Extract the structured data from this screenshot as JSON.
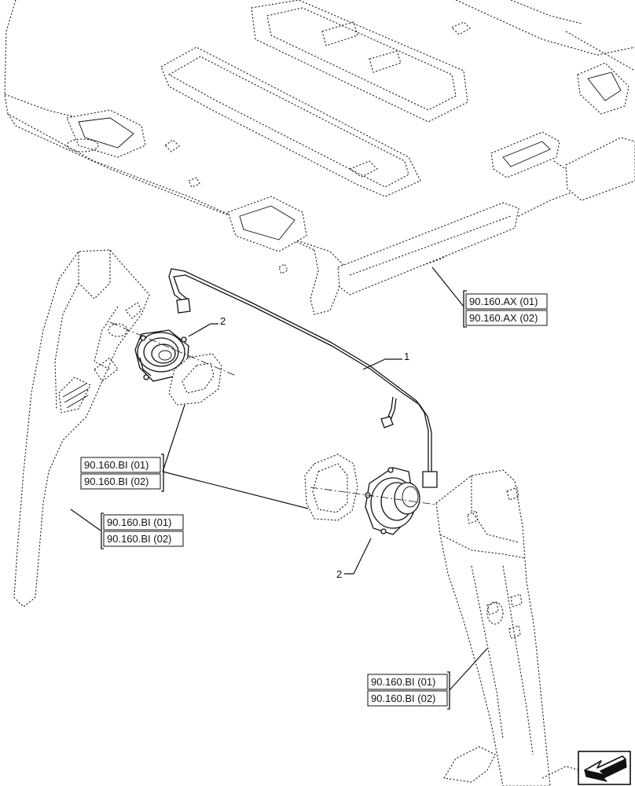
{
  "callouts": {
    "harness": "1",
    "speaker_left": "2",
    "speaker_right": "2"
  },
  "references": {
    "roof": [
      "90.160.AX (01)",
      "90.160.AX (02)"
    ],
    "speaker_trim": [
      "90.160.BI (01)",
      "90.160.BI (02)"
    ],
    "left_pillar": [
      "90.160.BI (01)",
      "90.160.BI (02)"
    ],
    "right_pillar": [
      "90.160.BI (01)",
      "90.160.BI (02)"
    ]
  },
  "nav": {
    "arrow_icon": "previous-page-arrow-icon"
  }
}
